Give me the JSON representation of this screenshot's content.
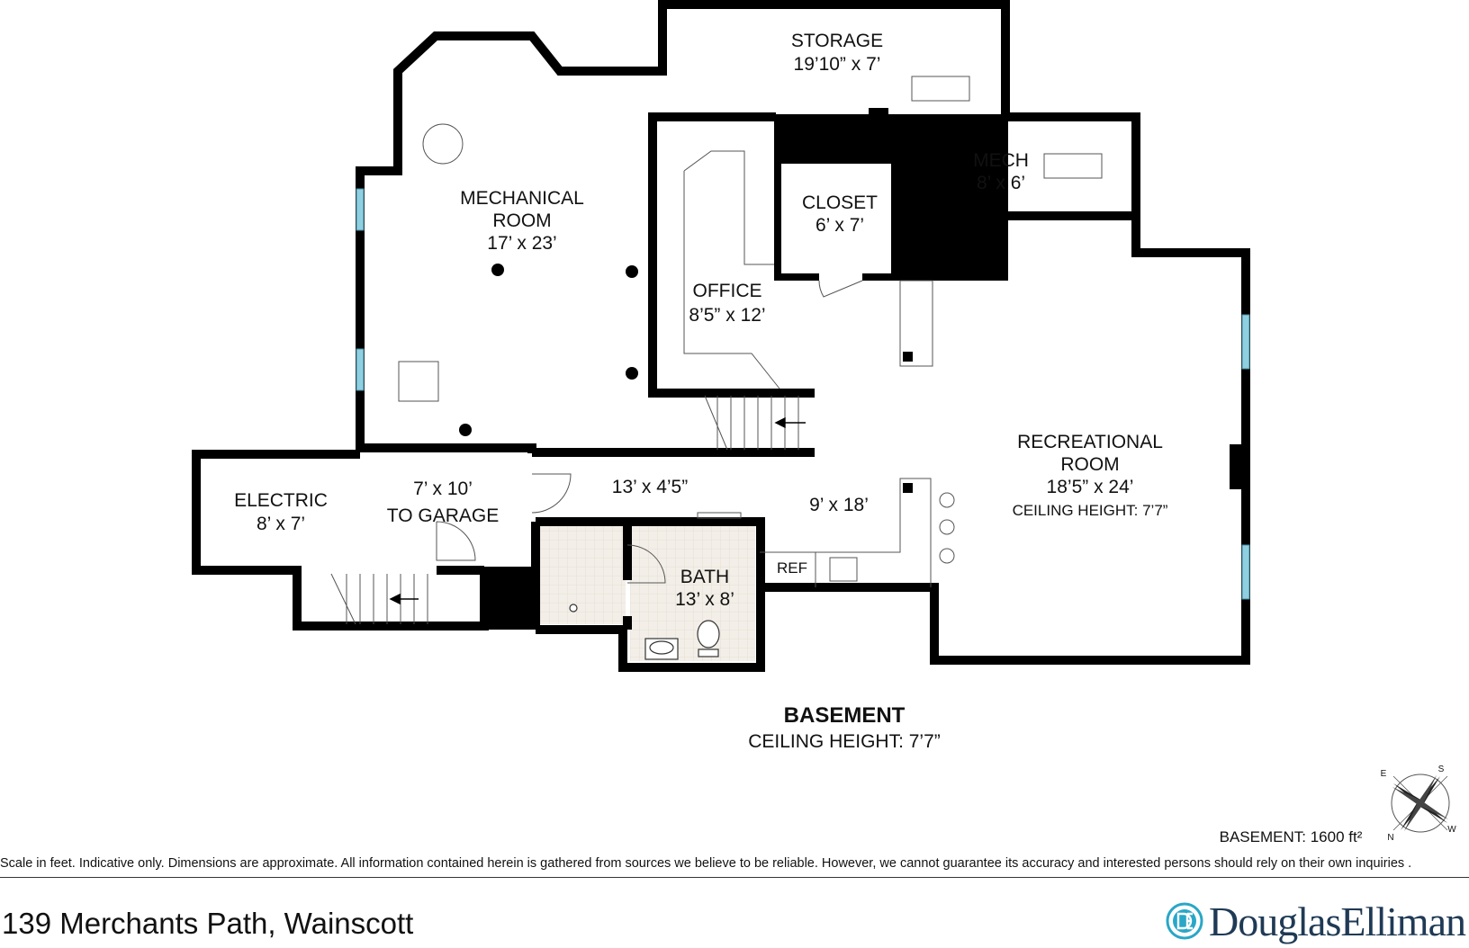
{
  "rooms": {
    "storage": {
      "name": "STORAGE",
      "dims": "19’10” x 7’"
    },
    "mech": {
      "name": "MECH",
      "dims": "8’ x 6’"
    },
    "mechanical": {
      "name_line1": "MECHANICAL",
      "name_line2": "ROOM",
      "dims": "17’ x 23’"
    },
    "closet": {
      "name": "CLOSET",
      "dims": "6’ x 7’"
    },
    "office": {
      "name": "OFFICE",
      "dims": "8’5” x 12’"
    },
    "recreational": {
      "name_line1": "RECREATIONAL",
      "name_line2": "ROOM",
      "dims": "18’5” x 24’",
      "ceiling": "CEILING HEIGHT: 7’7”"
    },
    "electric": {
      "name": "ELECTRIC",
      "dims": "8’ x 7’"
    },
    "garage_passage": {
      "dims": "7’ x 10’",
      "name": "TO GARAGE"
    },
    "hall": {
      "dims": "13’ x 4’5”"
    },
    "kitchenette": {
      "dims": "9’ x 18’",
      "ref_label": "REF"
    },
    "bath": {
      "name": "BATH",
      "dims": "13’ x 8’"
    }
  },
  "floor": {
    "title": "BASEMENT",
    "ceiling": "CEILING HEIGHT: 7’7”",
    "area": "BASEMENT: 1600 ft²"
  },
  "compass": {
    "e": "E",
    "s": "S",
    "n": "N",
    "w": "W"
  },
  "footer": {
    "disclaimer": "Scale in feet. Indicative only. Dimensions are approximate. All information contained herein is gathered from sources we believe to be reliable. However, we cannot guarantee its accuracy and interested persons should rely on their own inquiries .",
    "address": "139 Merchants Path, Wainscott",
    "brand": "DouglasElliman"
  },
  "colors": {
    "wall": "#000000",
    "window": "#8ecfe0",
    "brand": "#1f3a55",
    "bath_tile": "#f1ece4"
  }
}
